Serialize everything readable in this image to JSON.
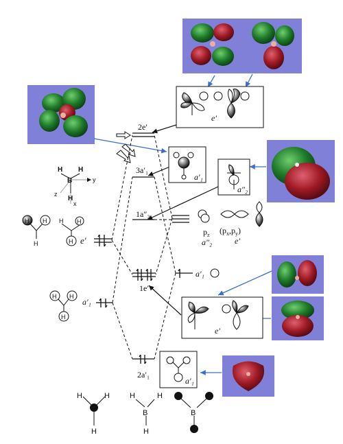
{
  "levels": {
    "e2": "2e′",
    "a1_3": "3a′₁",
    "a2pp_1": "1a″₂",
    "e1": "1e′",
    "a1_2": "2a′₁"
  },
  "left_labels": {
    "e_prime": "e′",
    "a1_prime": "a′₁"
  },
  "right_labels": {
    "pz": "p",
    "pz_sub": "z",
    "a2pp": "a″₂",
    "pxpy": "(p",
    "pxpy_x": "x",
    "pxpy_comma": ",p",
    "pxpy_y": "y",
    "pxpy_close": ")",
    "e_prime": "e′",
    "a1_prime": "a′₁"
  },
  "boxes": {
    "top_e": "e′",
    "a1_top": "a′₁",
    "a2pp": "a″₂",
    "bottom_e": "e′",
    "a1_bottom": "a′₁"
  },
  "axes": {
    "B": "B",
    "H1": "H",
    "H2": "H",
    "H3": "H",
    "x": "x",
    "y": "y",
    "z": "z"
  },
  "atoms": {
    "H": "H",
    "B": "B"
  },
  "colors": {
    "panel": "#8080d8",
    "green": "#1f7a2a",
    "red": "#9e1a24",
    "arrow": "#3a6fd0"
  }
}
